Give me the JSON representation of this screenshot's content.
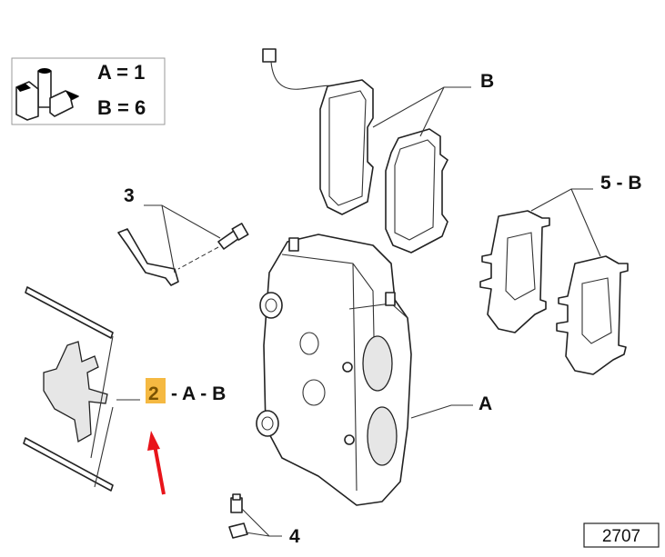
{
  "legend": {
    "line_a": "A = 1",
    "line_b": "B = 6"
  },
  "labels": {
    "pads": "B",
    "bolt": "3",
    "shims": "5 - B",
    "clip_number": "2",
    "clip_suffix": "- A - B",
    "caliper": "A",
    "bleed": "4"
  },
  "diagram_number": "2707",
  "colors": {
    "highlight": "#f5b942",
    "arrow": "#e8141a"
  }
}
